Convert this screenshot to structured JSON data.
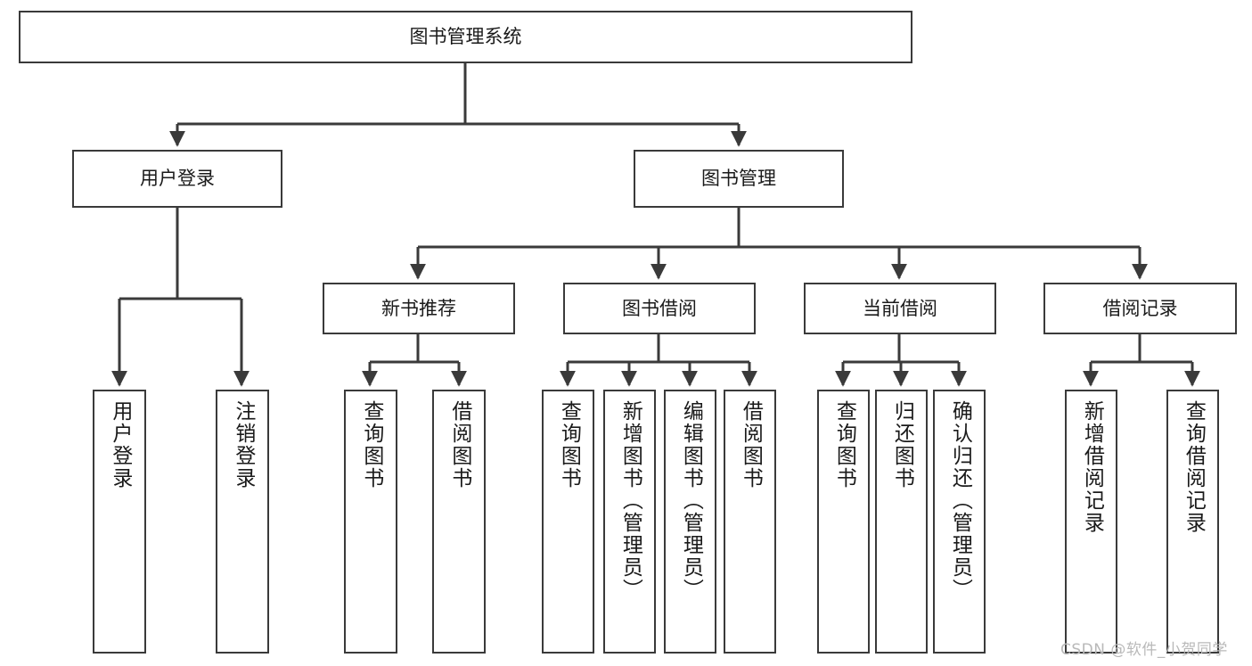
{
  "diagram": {
    "title": "图书管理系统",
    "type": "tree-hierarchy-diagram",
    "colors": {
      "box_border": "#3a3a3a",
      "box_fill": "#ffffff",
      "edge": "#3a3a3a",
      "text": "#1a1a1a",
      "watermark": "#b9b9b9",
      "background": "#ffffff"
    },
    "root": {
      "label": "图书管理系统"
    },
    "level2": [
      {
        "id": "user-login",
        "label": "用户登录"
      },
      {
        "id": "book-management",
        "label": "图书管理"
      }
    ],
    "level3": [
      {
        "id": "new-book-recommend",
        "label": "新书推荐"
      },
      {
        "id": "book-borrow",
        "label": "图书借阅"
      },
      {
        "id": "current-borrow",
        "label": "当前借阅"
      },
      {
        "id": "borrow-record",
        "label": "借阅记录"
      }
    ],
    "leaves": {
      "user-login": [
        {
          "id": "leaf-user-login",
          "label": "用户登录"
        },
        {
          "id": "leaf-user-logout",
          "label": "注销登录"
        }
      ],
      "new-book-recommend": [
        {
          "id": "leaf-query-book-1",
          "label": "查询图书"
        },
        {
          "id": "leaf-borrow-book-1",
          "label": "借阅图书"
        }
      ],
      "book-borrow": [
        {
          "id": "leaf-query-book-2",
          "label": "查询图书"
        },
        {
          "id": "leaf-add-book",
          "label": "新增图书（管理员）"
        },
        {
          "id": "leaf-edit-book",
          "label": "编辑图书（管理员）"
        },
        {
          "id": "leaf-borrow-book-2",
          "label": "借阅图书"
        }
      ],
      "current-borrow": [
        {
          "id": "leaf-query-book-3",
          "label": "查询图书"
        },
        {
          "id": "leaf-return-book",
          "label": "归还图书"
        },
        {
          "id": "leaf-confirm-return",
          "label": "确认归还（管理员）"
        }
      ],
      "borrow-record": [
        {
          "id": "leaf-add-record",
          "label": "新增借阅记录"
        },
        {
          "id": "leaf-query-record",
          "label": "查询借阅记录"
        }
      ]
    },
    "watermark": "CSDN @软件_小贺同学"
  }
}
